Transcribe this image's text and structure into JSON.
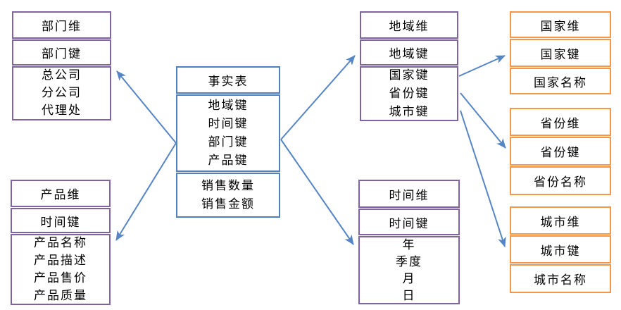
{
  "colors": {
    "purple": "#8064a2",
    "blue": "#4f81bd",
    "orange": "#f79646",
    "arrow": "#5585c5",
    "text": "#000000",
    "background": "#ffffff"
  },
  "tables": {
    "department": {
      "title": "部门维",
      "key": "部门键",
      "attrs": [
        "总公司",
        "分公司",
        "代理处"
      ]
    },
    "product": {
      "title": "产品维",
      "key": "时间键",
      "attrs": [
        "产品名称",
        "产品描述",
        "产品售价",
        "产品质量"
      ]
    },
    "fact": {
      "title": "事实表",
      "keys": [
        "地域键",
        "时间键",
        "部门键",
        "产品键"
      ],
      "measures": [
        "销售数量",
        "销售金额"
      ]
    },
    "region": {
      "title": "地域维",
      "key": "地域键",
      "attrs": [
        "国家键",
        "省份键",
        "城市键"
      ]
    },
    "time": {
      "title": "时间维",
      "key": "时间键",
      "attrs": [
        "年",
        "季度",
        "月",
        "日"
      ]
    },
    "country": {
      "title": "国家维",
      "key": "国家键",
      "name": "国家名称"
    },
    "province": {
      "title": "省份维",
      "key": "省份键",
      "name": "省份名称"
    },
    "city": {
      "title": "城市维",
      "key": "城市键",
      "name": "城市名称"
    }
  },
  "connections": [
    {
      "from": "fact",
      "to": "department"
    },
    {
      "from": "fact",
      "to": "product"
    },
    {
      "from": "fact",
      "to": "region"
    },
    {
      "from": "fact",
      "to": "time"
    },
    {
      "from": "region",
      "to": "country"
    },
    {
      "from": "region",
      "to": "province"
    },
    {
      "from": "region",
      "to": "city"
    }
  ]
}
